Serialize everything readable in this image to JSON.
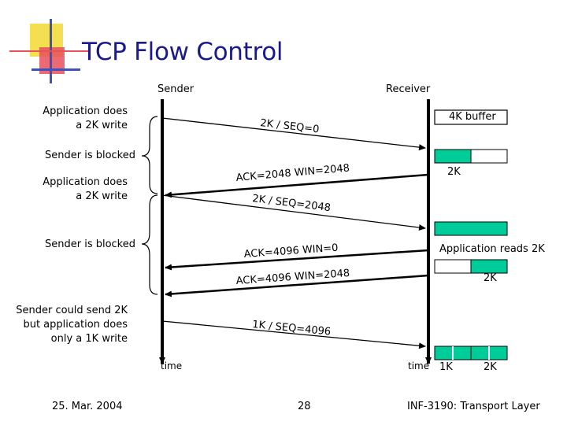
{
  "slide": {
    "title": "TCP Flow Control",
    "colors": {
      "title": "#1a1a8c",
      "logo_yellow": "#f4de52",
      "logo_red": "#e8505a",
      "logo_blue": "#3c52bf",
      "buffer_fill": "#00cc99"
    }
  },
  "diagram": {
    "sender_label": "Sender",
    "receiver_label": "Receiver",
    "time_left": "time",
    "time_right": "time",
    "notes_left": [
      "Application does\na 2K write",
      "Sender is blocked",
      "Application does\na 2K write",
      "Sender is blocked",
      "Sender could send 2K\nbut application does\nonly a 1K write"
    ],
    "notes_right": {
      "buffer": "4K buffer",
      "buffer_2k_1": "2K",
      "app_reads": "Application reads 2K",
      "buffer_2k_2": "2K",
      "final_1k": "1K",
      "final_2k": "2K"
    },
    "messages": [
      "2K / SEQ=0",
      "ACK=2048 WIN=2048",
      "2K / SEQ=2048",
      "ACK=4096 WIN=0",
      "ACK=4096 WIN=2048",
      "1K / SEQ=4096"
    ]
  },
  "footer": {
    "date": "25. Mar. 2004",
    "page": "28",
    "course": "INF-3190: Transport Layer"
  }
}
